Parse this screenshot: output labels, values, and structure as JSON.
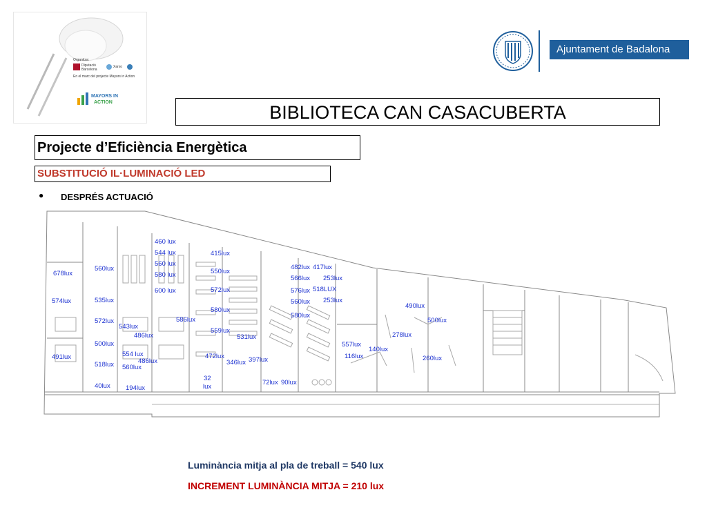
{
  "header": {
    "organizer_label": "Organitza:",
    "org_1": "Diputació Barcelona",
    "org_2": "Xarxo",
    "project_note": "En el marc del projecte Mayors in Action",
    "mayors_logo_line1": "MAYORS IN",
    "mayors_logo_line2": "ACTION",
    "council_name": "Ajuntament de Badalona"
  },
  "document": {
    "title": "BIBLIOTECA CAN CASACUBERTA",
    "project": "Projecte d’Eficiència Energètica",
    "subtitle": "SUBSTITUCIÓ IL·LUMINACIÓ LED",
    "bullet": "●",
    "section": "DESPRÉS ACTUACIÓ",
    "summary_1": "Luminància mitja al pla de treball = 540 lux",
    "summary_2": "INCREMENT LUMINÀNCIA MITJA = 210 lux"
  },
  "plan": {
    "lux_labels": [
      "460 lux",
      "544 lux",
      "560 lux",
      "580 lux",
      "600 lux",
      "415lux",
      "550lux",
      "572lux",
      "580lux",
      "678lux",
      "560lux",
      "574lux",
      "535lux",
      "572lux",
      "543lux",
      "486lux",
      "500lux",
      "554 lux",
      "486lux",
      "491lux",
      "518lux",
      "560lux",
      "40lux",
      "194lux",
      "586lux",
      "559lux",
      "531lux",
      "472lux",
      "346lux",
      "397lux",
      "32",
      "lux",
      "72lux",
      "90lux",
      "482lux",
      "417lux",
      "566lux",
      "253lux",
      "576lux",
      "518LUX",
      "560lux",
      "253lux",
      "580lux",
      "557lux",
      "140lux",
      "116lux",
      "278lux",
      "260lux",
      "490lux",
      "500lux"
    ],
    "colors": {
      "lux_text": "#1a2fd0",
      "lines": "#8a8a8a"
    }
  }
}
